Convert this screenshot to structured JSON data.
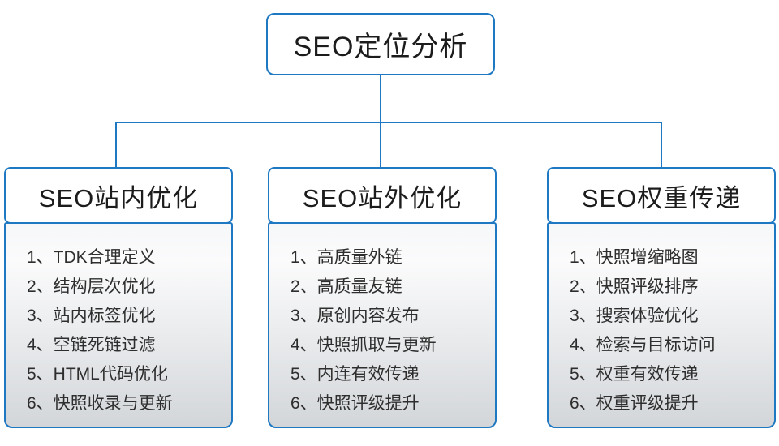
{
  "root": {
    "label": "SEO定位分析"
  },
  "columns": [
    {
      "title": "SEO站内优化",
      "items": [
        "1、TDK合理定义",
        "2、结构层次优化",
        "3、站内标签优化",
        "4、空链死链过滤",
        "5、HTML代码优化",
        "6、快照收录与更新"
      ]
    },
    {
      "title": "SEO站外优化",
      "items": [
        "1、高质量外链",
        "2、高质量友链",
        "3、原创内容发布",
        "4、快照抓取与更新",
        "5、内连有效传递",
        "6、快照评级提升"
      ]
    },
    {
      "title": "SEO权重传递",
      "items": [
        "1、快照增缩略图",
        "2、快照评级排序",
        "3、搜索体验优化",
        "4、检索与目标访问",
        "5、权重有效传递",
        "6、权重评级提升"
      ]
    }
  ],
  "colors": {
    "line_blue": "#1f78c2",
    "node_fill": "#ffffff",
    "body_gradient_top": "#f6f7f8",
    "body_gradient_bottom": "#d3d6d9",
    "text_dark": "#1c1c1c"
  }
}
